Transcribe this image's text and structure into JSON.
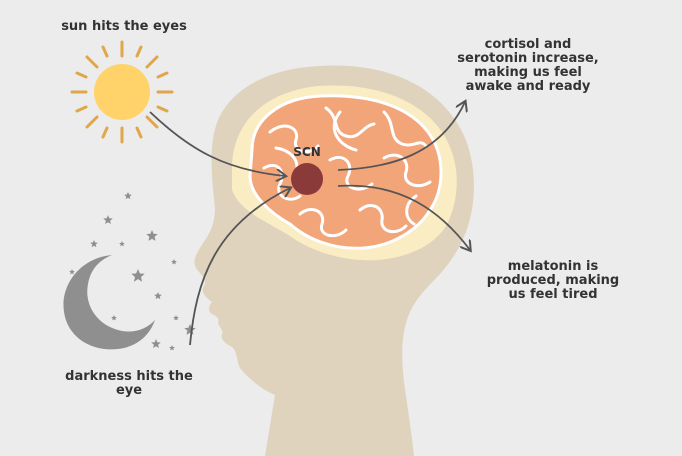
{
  "labels": {
    "sun": [
      "sun hits the eyes"
    ],
    "darkness": [
      "darkness hits the",
      "eye"
    ],
    "scn": "SCN",
    "cortisol": [
      "cortisol and",
      "serotonin increase,",
      "making us feel",
      "awake and ready"
    ],
    "melatonin": [
      "melatonin is",
      "produced, making",
      "us feel tired"
    ]
  },
  "icons": {
    "sun": "sun-icon",
    "moon": "crescent-moon-icon",
    "stars": "star-icon",
    "head": "human-head-profile",
    "brain": "brain-icon",
    "scn": "scn-node"
  },
  "colors": {
    "background": "#ececec",
    "head": "#dfd3bd",
    "brain_area": "#faedc4",
    "brain": "#f3a57a",
    "brain_folds": "#ffffff",
    "scn": "#8b3a3a",
    "sun_core": "#ffd36a",
    "sun_rays": "#e0a64a",
    "moon": "#8f8f8f",
    "stars": "#8f8f8f",
    "arrows": "#555555",
    "text": "#333333"
  }
}
